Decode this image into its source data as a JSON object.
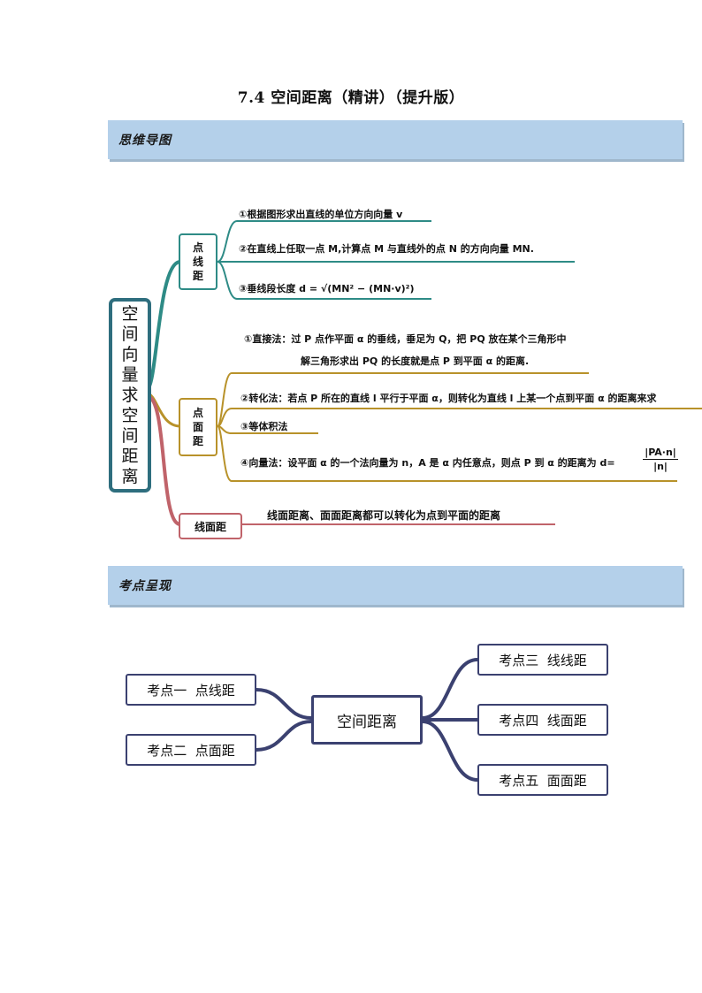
{
  "document_title": "7.4  空间距离（精讲）（提升版）",
  "sections": {
    "mindmap_header": "思维导图",
    "topics_header": "考点呈现"
  },
  "mindmap": {
    "root": "空间向量求空间距离",
    "branches": [
      {
        "label": "点线距",
        "leaves": [
          "①根据图形求出直线的单位方向向量 v",
          "②在直线上任取一点 M,计算点 M 与直线外的点 N 的方向向量 MN.",
          "③垂线段长度 d = √(MN² − (MN·v)²)"
        ]
      },
      {
        "label": "点面距",
        "leaves": [
          "①直接法：过 P 点作平面 α 的垂线，垂足为 Q，把 PQ 放在某个三角形中",
          "解三角形求出 PQ 的长度就是点 P 到平面 α 的距离.",
          "②转化法：若点 P 所在的直线 l 平行于平面 α，则转化为直线 l 上某一个点到平面 α 的距离来求",
          "③等体积法",
          "④向量法：设平面 α 的一个法向量为 n，A 是 α 内任意点，则点 P 到 α 的距离为 d=",
          "|PA·n|",
          "|n|"
        ]
      },
      {
        "label": "线面距",
        "leaves": [
          "线面距离、面面距离都可以转化为点到平面的距离"
        ]
      }
    ]
  },
  "topics": {
    "center": "空间距离",
    "left": [
      "考点一  点线距",
      "考点二  点面距"
    ],
    "right": [
      "考点三  线线距",
      "考点四  线面距",
      "考点五  面面距"
    ]
  },
  "colors": {
    "section_bar": "#b4d0ea",
    "teal_branch": "#2e8b86",
    "gold_branch": "#b8922a",
    "rose_branch": "#c0636a",
    "topic_border": "#3b4170"
  }
}
